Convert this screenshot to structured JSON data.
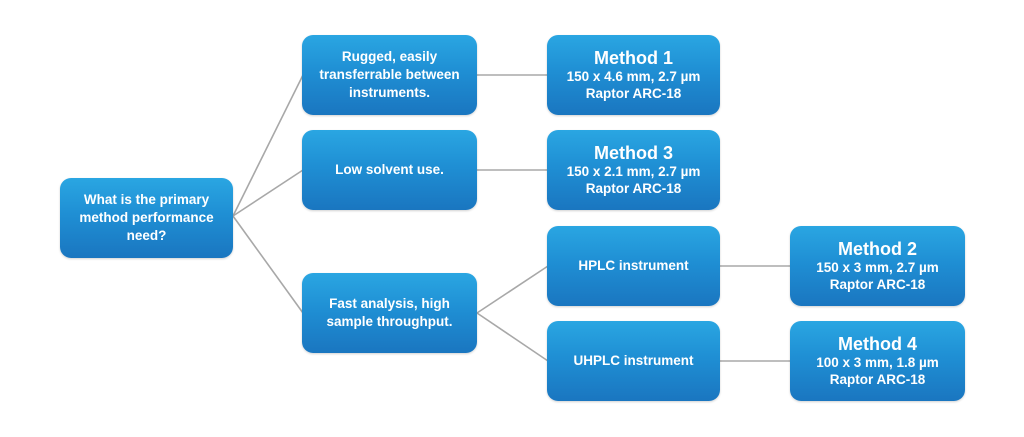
{
  "colors": {
    "node_top": "#2aa6e2",
    "node_bottom": "#1a76c0",
    "text": "#ffffff",
    "connector": "#a8a8a8",
    "background": "#ffffff"
  },
  "root": {
    "label": "What is the primary method performance need?"
  },
  "needs": [
    {
      "label": "Rugged, easily transferrable between instruments."
    },
    {
      "label": "Low solvent use."
    },
    {
      "label": "Fast analysis, high sample throughput."
    }
  ],
  "instruments": [
    {
      "label": "HPLC instrument"
    },
    {
      "label": "UHPLC instrument"
    }
  ],
  "methods": [
    {
      "title": "Method 1",
      "dimensions": "150 x 4.6 mm, 2.7 µm",
      "column": "Raptor ARC-18"
    },
    {
      "title": "Method 3",
      "dimensions": "150 x 2.1 mm, 2.7 µm",
      "column": "Raptor ARC-18"
    },
    {
      "title": "Method 2",
      "dimensions": "150 x 3 mm, 2.7 µm",
      "column": "Raptor ARC-18"
    },
    {
      "title": "Method 4",
      "dimensions": "100 x 3 mm, 1.8 µm",
      "column": "Raptor ARC-18"
    }
  ],
  "edges": [
    [
      "root",
      "need-rugged"
    ],
    [
      "root",
      "need-low-solvent"
    ],
    [
      "root",
      "need-fast-analysis"
    ],
    [
      "need-rugged",
      "method-1"
    ],
    [
      "need-low-solvent",
      "method-3"
    ],
    [
      "need-fast-analysis",
      "instrument-hplc"
    ],
    [
      "need-fast-analysis",
      "instrument-uhplc"
    ],
    [
      "instrument-hplc",
      "method-2"
    ],
    [
      "instrument-uhplc",
      "method-4"
    ]
  ]
}
